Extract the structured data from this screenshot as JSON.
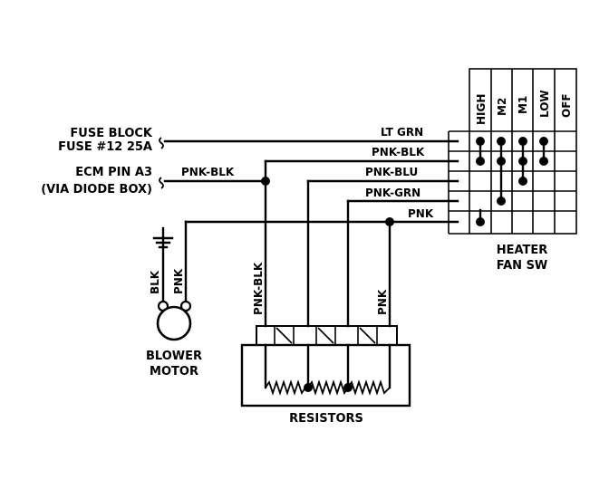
{
  "sources": {
    "fuse_line1": "FUSE BLOCK",
    "fuse_line2": "FUSE #12 25A",
    "ecm_line1": "ECM PIN A3",
    "ecm_line2": "(VIA DIODE BOX)"
  },
  "wires": {
    "lt_grn": "LT GRN",
    "pnk_blk_top": "PNK-BLK",
    "pnk_blk_left": "PNK-BLK",
    "pnk_blu": "PNK-BLU",
    "pnk_grn": "PNK-GRN",
    "pnk": "PNK",
    "pnk_blk_vertical": "PNK-BLK",
    "pnk_vertical": "PNK",
    "blk": "BLK",
    "pnk_motor": "PNK"
  },
  "switch": {
    "positions": [
      "HIGH",
      "M2",
      "M1",
      "LOW",
      "OFF"
    ],
    "label_line1": "HEATER",
    "label_line2": "FAN SW"
  },
  "components": {
    "blower_line1": "BLOWER",
    "blower_line2": "MOTOR",
    "resistors": "RESISTORS"
  }
}
